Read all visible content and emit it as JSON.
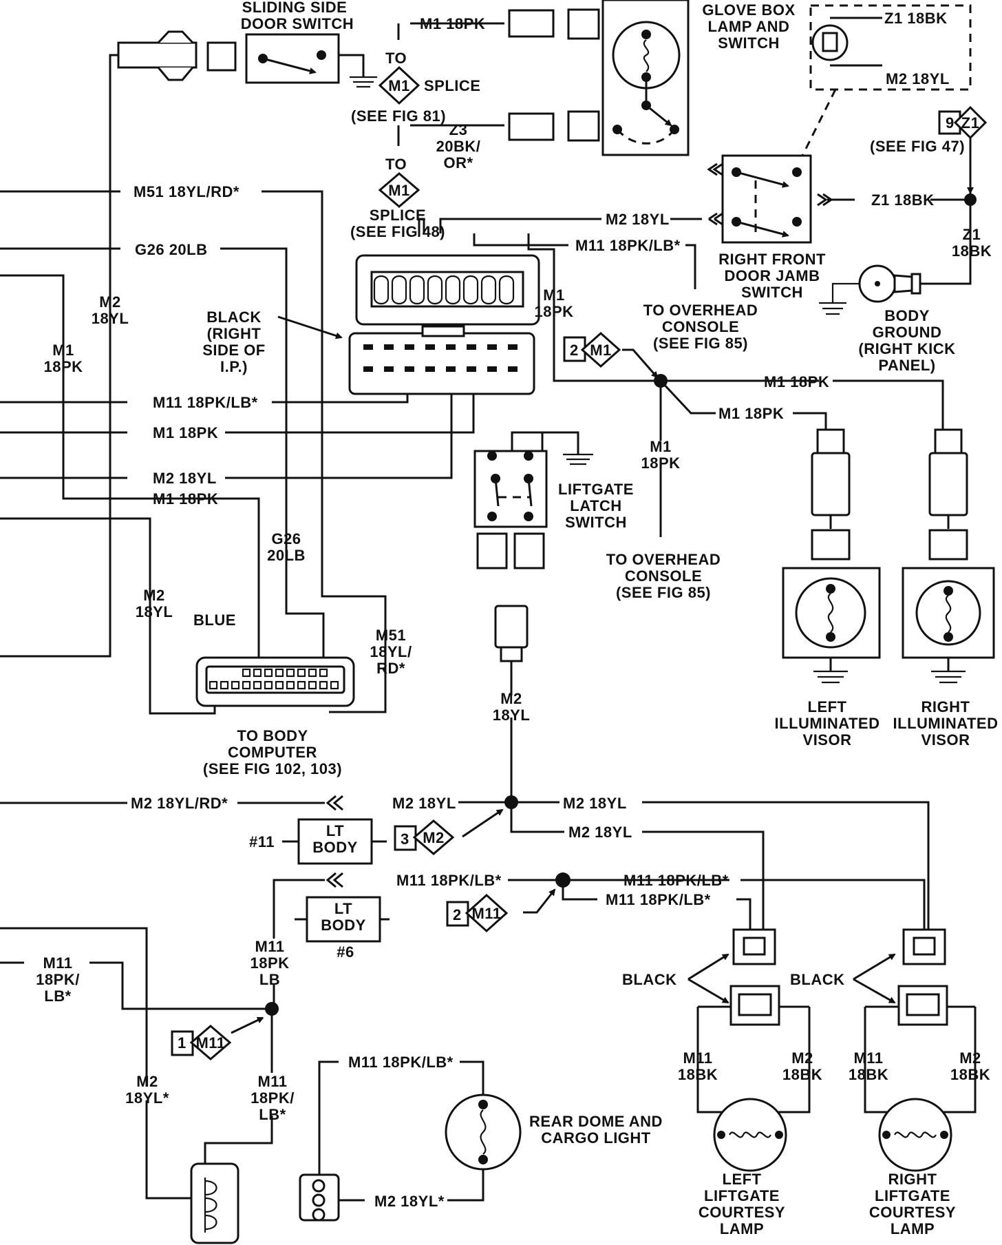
{
  "labels": {
    "sliding_side_door_switch": [
      "SLIDING SIDE",
      "DOOR SWITCH"
    ],
    "glove_box": [
      "GLOVE BOX",
      "LAMP AND",
      "SWITCH"
    ],
    "m1_18pk_top": "M1 18PK",
    "z1_18bk_top": "Z1 18BK",
    "m2_18yl_glove": "M2 18YL",
    "to_1": "TO",
    "splice_1_diamond": "M1",
    "splice_1_text": "SPLICE",
    "see_fig_81": "(SEE FIG 81)",
    "z3_label": [
      "Z3",
      "20BK/",
      "OR*"
    ],
    "see_fig_47": "(SEE FIG 47)",
    "z1_tag_num": "9",
    "z1_tag": "Z1",
    "to_2": "TO",
    "splice_2_diamond": "M1",
    "splice_2_text": "SPLICE",
    "see_fig_48": "(SEE FIG 48)",
    "m51_18yl_rd": "M51 18YL/RD*",
    "g26_20lb": "G26 20LB",
    "m2_18yl_door": "M2 18YL",
    "m11_18pk_lb_top": "M11 18PK/LB*",
    "z1_18bk_mid": "Z1 18BK",
    "right_front_door": [
      "RIGHT FRONT",
      "DOOR JAMB",
      "SWITCH"
    ],
    "z1_18bk_vert": [
      "Z1",
      "18BK"
    ],
    "body_ground": [
      "BODY",
      "GROUND",
      "(RIGHT KICK",
      "PANEL)"
    ],
    "m2_18yl_left": [
      "M2",
      "18YL"
    ],
    "m1_18pk_left": [
      "M1",
      "18PK"
    ],
    "black_right_ip": [
      "BLACK",
      "(RIGHT",
      "SIDE OF",
      "I.P.)"
    ],
    "m1_18pk_mid": [
      "M1",
      "18PK"
    ],
    "to_overhead_1": [
      "TO OVERHEAD",
      "CONSOLE",
      "(SEE FIG 85)"
    ],
    "m1_tag_num": "2",
    "m1_tag": "M1",
    "m1_18pk_right1": "M1 18PK",
    "m1_18pk_right2": "M1 18PK",
    "m11_18pk_lb_row": "M11 18PK/LB*",
    "m1_18pk_row": "M1 18PK",
    "m2_18yl_row": "M2 18YL",
    "m1_18pk_row2": "M1 18PK",
    "m1_18pk_vert": [
      "M1",
      "18PK"
    ],
    "liftgate_latch": [
      "LIFTGATE",
      "LATCH",
      "SWITCH"
    ],
    "to_overhead_2": [
      "TO OVERHEAD",
      "CONSOLE",
      "(SEE FIG 85)"
    ],
    "g26_20lb_vert": [
      "G26",
      "20LB"
    ],
    "m2_18yl_vert2": [
      "M2",
      "18YL"
    ],
    "blue": "BLUE",
    "m51_vert": [
      "M51",
      "18YL/",
      "RD*"
    ],
    "to_body_computer": [
      "TO BODY",
      "COMPUTER",
      "(SEE FIG 102, 103)"
    ],
    "m2_18yl_liftgate": [
      "M2",
      "18YL"
    ],
    "left_visor": [
      "LEFT",
      "ILLUMINATED",
      "VISOR"
    ],
    "right_visor": [
      "RIGHT",
      "ILLUMINATED",
      "VISOR"
    ],
    "m2_18yl_rd_bottom": "M2 18YL/RD*",
    "m2_18yl_b1": "M2 18YL",
    "m2_18yl_b2": "M2 18YL",
    "m2_18yl_b3": "M2 18YL",
    "lt_body_1": [
      "LT",
      "BODY"
    ],
    "num_11": "#11",
    "m2_tag_num": "3",
    "m2_tag": "M2",
    "m11_a": "M11 18PK/LB*",
    "m11_b": "M11 18PK/LB*",
    "m11_c": "M11 18PK/LB*",
    "lt_body_2": [
      "LT",
      "BODY"
    ],
    "num_6": "#6",
    "m11_tag_num": "2",
    "m11_tag": "M11",
    "m11_vert_1": [
      "M11",
      "18PK",
      "LB"
    ],
    "m11_left": [
      "M11",
      "18PK/",
      "LB*"
    ],
    "m11_tag2_num": "1",
    "m11_tag2": "M11",
    "m2_18yl_star": [
      "M2",
      "18YL*"
    ],
    "m11_vert_2": [
      "M11",
      "18PK/",
      "LB*"
    ],
    "m11_dome": "M11 18PK/LB*",
    "rear_dome": [
      "REAR DOME AND",
      "CARGO LIGHT"
    ],
    "m2_18yl_star_bottom": "M2 18YL*",
    "black_1": "BLACK",
    "black_2": "BLACK",
    "m11_18bk_l": [
      "M11",
      "18BK"
    ],
    "m2_18bk_l": [
      "M2",
      "18BK"
    ],
    "m11_18bk_r": [
      "M11",
      "18BK"
    ],
    "m2_18bk_r": [
      "M2",
      "18BK"
    ],
    "left_liftgate": [
      "LEFT",
      "LIFTGATE",
      "COURTESY",
      "LAMP"
    ],
    "right_liftgate": [
      "RIGHT",
      "LIFTGATE",
      "COURTESY",
      "LAMP"
    ]
  }
}
